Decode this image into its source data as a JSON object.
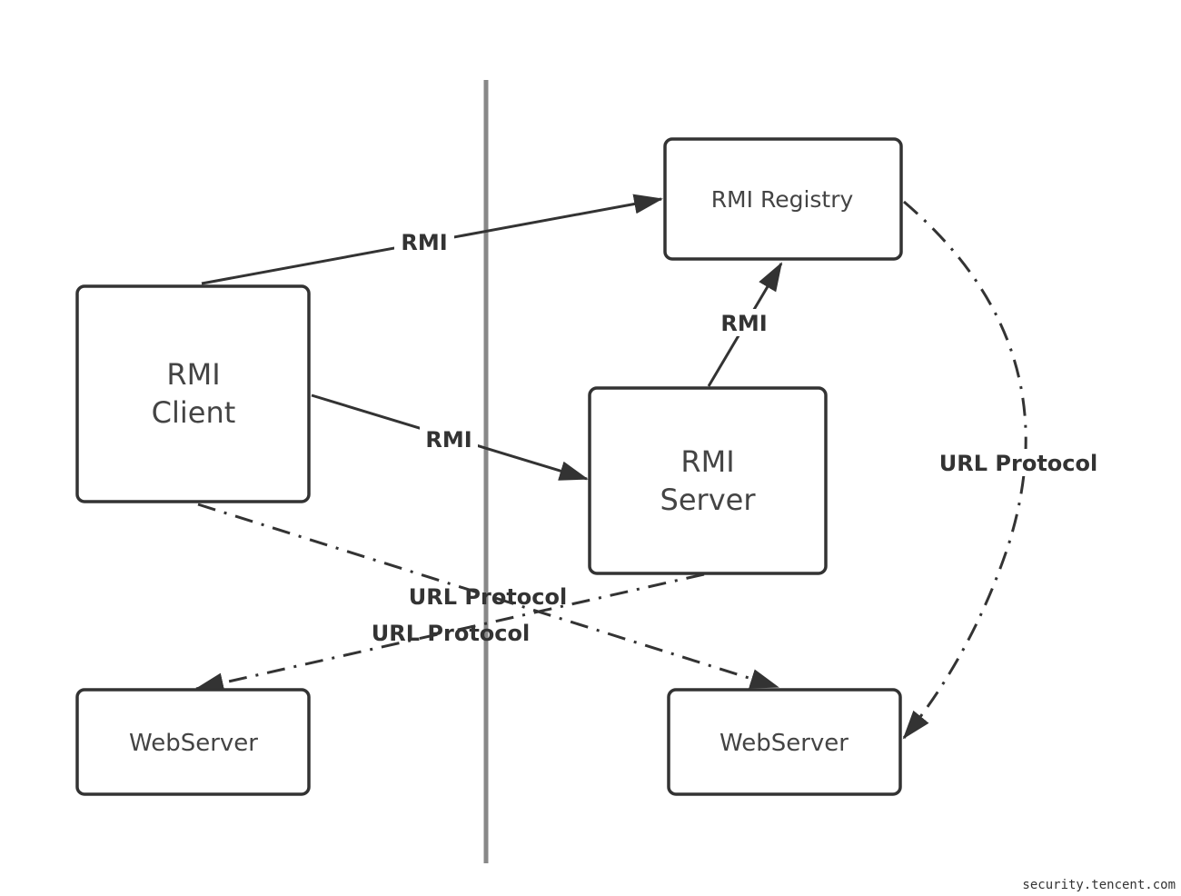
{
  "diagram": {
    "nodes": {
      "rmi_client": {
        "line1": "RMI",
        "line2": "Client"
      },
      "rmi_registry": {
        "label": "RMI Registry"
      },
      "rmi_server": {
        "line1": "RMI",
        "line2": "Server"
      },
      "webserver_left": {
        "label": "WebServer"
      },
      "webserver_right": {
        "label": "WebServer"
      }
    },
    "edges": [
      {
        "from": "RMI Client",
        "to": "RMI Registry",
        "label": "RMI",
        "style": "solid"
      },
      {
        "from": "RMI Client",
        "to": "RMI Server",
        "label": "RMI",
        "style": "solid"
      },
      {
        "from": "RMI Server",
        "to": "RMI Registry",
        "label": "RMI",
        "style": "solid"
      },
      {
        "from": "RMI Registry",
        "to": "WebServer (right)",
        "label": "URL Protocol",
        "style": "dash-dot"
      },
      {
        "from": "RMI Client",
        "to": "WebServer (right)",
        "label": "URL Protocol",
        "style": "dash-dot"
      },
      {
        "from": "RMI Server",
        "to": "WebServer (left)",
        "label": "URL Protocol",
        "style": "dash-dot"
      }
    ],
    "colors": {
      "stroke": "#333333",
      "divider": "#888888",
      "text": "#444444"
    }
  },
  "watermark": "security.tencent.com"
}
